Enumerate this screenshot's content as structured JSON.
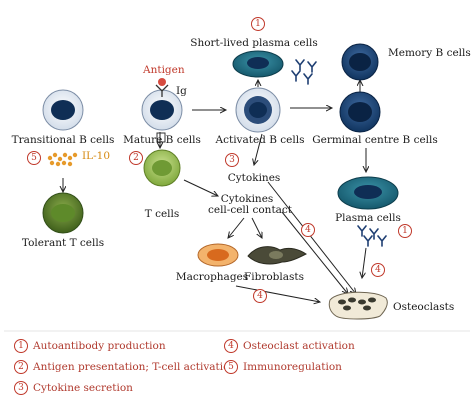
{
  "labels": {
    "short_lived": "Short-lived plasma cells",
    "memory_b": "Memory B cells",
    "antigen": "Antigen",
    "ig": "Ig",
    "transitional_b": "Transitional B cells",
    "mature_b": "Mature B cells",
    "activated_b": "Activated B cells",
    "germinal_centre": "Germinal centre B cells",
    "il10": "IL-10",
    "cytokines": "Cytokines",
    "cytokines2": "Cytokines",
    "cell_contact": "cell-cell contact",
    "t_cells": "T cells",
    "plasma_cells": "Plasma cells",
    "tolerant_t": "Tolerant T cells",
    "macrophages": "Macrophages",
    "fibroblasts": "Fibroblasts",
    "osteoclasts": "Osteoclasts"
  },
  "markers": {
    "m_short": "1",
    "m_transitional": "5",
    "m_mature": "2",
    "m_cytokines": "3",
    "m_plasma": "1",
    "m_diag4a": "4",
    "m_diag4b": "4",
    "m_macro4": "4"
  },
  "legend": [
    {
      "num": "1",
      "text": "Autoantibody production"
    },
    {
      "num": "2",
      "text": "Antigen presentation; T-cell activation"
    },
    {
      "num": "3",
      "text": "Cytokine secretion"
    },
    {
      "num": "4",
      "text": "Osteoclast activation"
    },
    {
      "num": "5",
      "text": "Immunoregulation"
    }
  ],
  "colors": {
    "b_cell_nucleus": "#0f2e55",
    "b_cell_body": "#e3eaf3",
    "plasma_body": "#1f6f86",
    "plasma_nucleus": "#0f2e55",
    "t_cell": "#9cc15a",
    "tolerant_t": "#5a7f2a",
    "macrophage": "#f0a55a",
    "fibroblast": "#4a4a3a",
    "il10": "#e69a2b",
    "marker": "#c0392b"
  }
}
